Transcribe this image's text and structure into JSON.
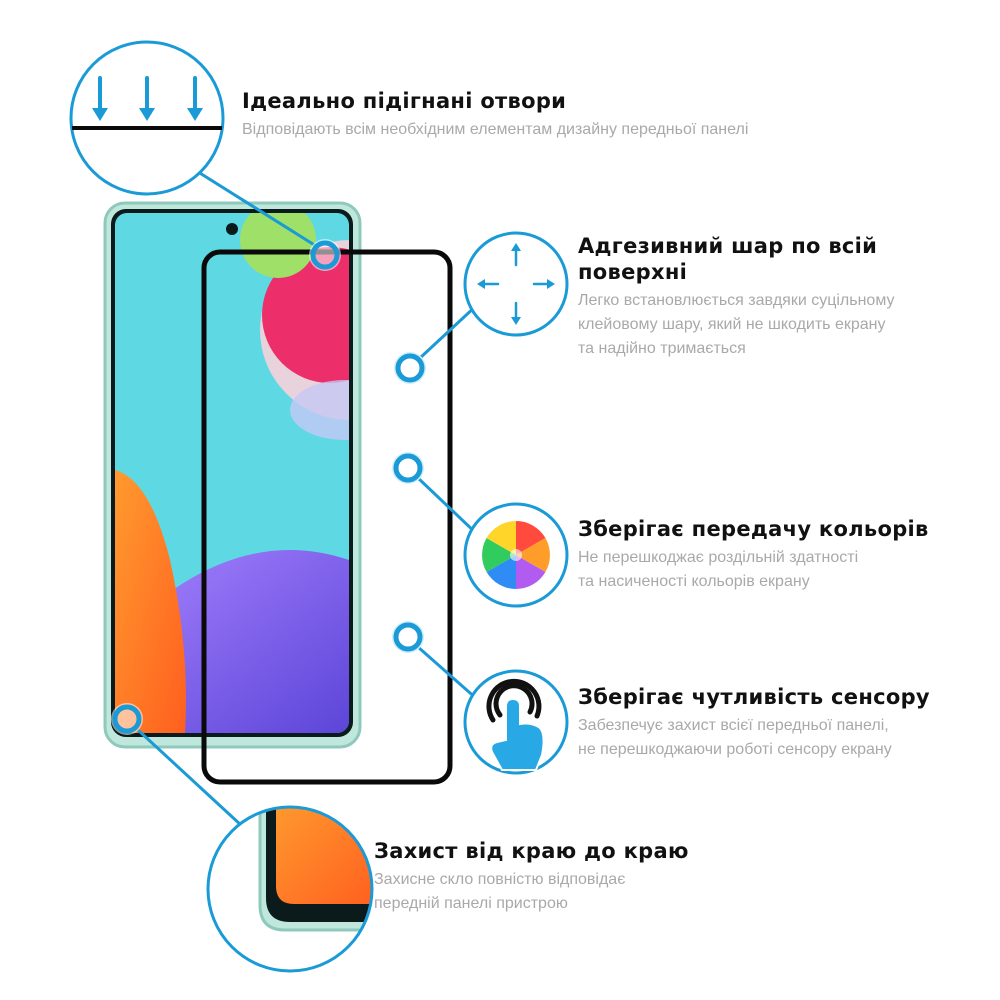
{
  "features": {
    "holes": {
      "title": "Ідеально підігнані отвори",
      "desc": "Відповідають всім необхідним елементам дизайну передньої панелі"
    },
    "adhesive": {
      "title": "Адгезивний шар по всій поверхні",
      "desc_lines": [
        "Легко встановлюється завдяки суцільному",
        "клейовому шару, який не шкодить екрану",
        "та надійно тримається"
      ]
    },
    "color": {
      "title": "Зберігає передачу кольорів",
      "desc_lines": [
        "Не перешкоджає роздільній здатності",
        "та насиченості кольорів екрану"
      ]
    },
    "touch": {
      "title": "Зберігає чутливість сенсору",
      "desc_lines": [
        "Забезпечує захист всієї передньої панелі,",
        "не перешкоджаючи роботі сенсору екрану"
      ]
    },
    "edge": {
      "title": "Захист від краю до краю",
      "desc_lines": [
        "Захисне скло повністю відповідає",
        "передній панелі пристрою"
      ]
    }
  },
  "icons": {
    "holes": "arrows-down-icon",
    "adhesive": "move-arrows-icon",
    "color": "color-wheel-icon",
    "touch": "touch-finger-icon",
    "edge": "edge-zoom-icon"
  },
  "colors": {
    "accent": "#1a9ad6",
    "title": "#111111",
    "description": "#a9a9a9",
    "screen_bg": "#5ed9e3",
    "phone_frame": "#a8d8cc"
  }
}
